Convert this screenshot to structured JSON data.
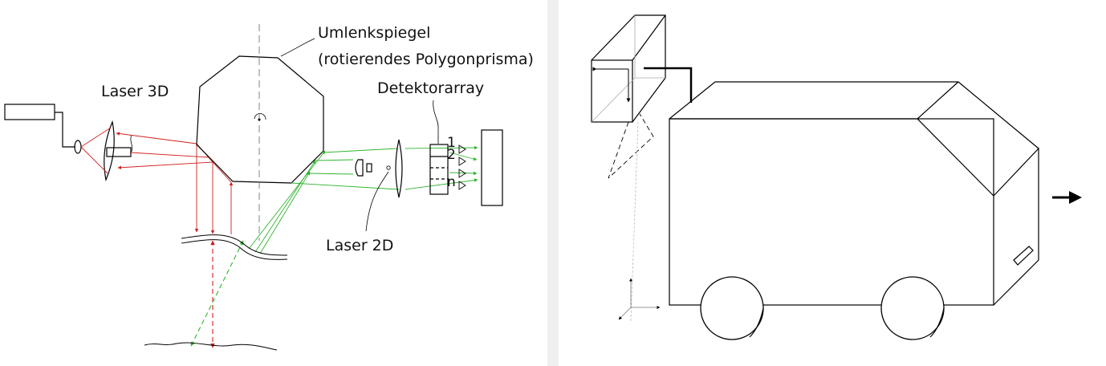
{
  "left_diagram": {
    "labels": {
      "mirror_line1": "Umlenkspiegel",
      "mirror_line2": "(rotierendes Polygonprisma)",
      "laser3d": "Laser 3D",
      "detector": "Detektorarray",
      "laser2d": "Laser 2D",
      "det_1": "1",
      "det_2": "2",
      "det_n": "n"
    },
    "colors": {
      "laser3d_beam": "#d21f1f",
      "laser2d_beam": "#2fb52f",
      "outline": "#000000"
    }
  },
  "right_diagram": {
    "icons": [
      "scanner-box-icon",
      "vehicle-icon",
      "wheel-icon",
      "direction-arrow-icon",
      "axis-cross-icon"
    ]
  }
}
